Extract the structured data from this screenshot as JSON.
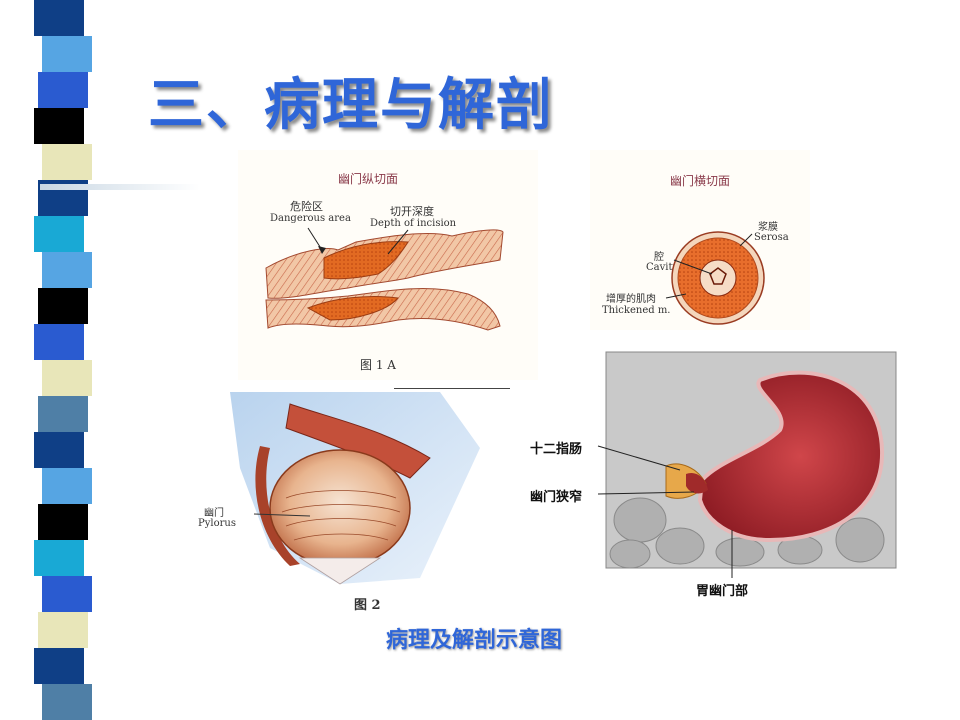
{
  "slide": {
    "title": "三、病理与解剖",
    "bottom_caption": "病理及解剖示意图"
  },
  "figure_1a": {
    "header": "幽门纵切面",
    "label_danger_cn": "危险区",
    "label_danger_en": "Dangerous area",
    "label_depth_cn": "切开深度",
    "label_depth_en": "Depth of incision",
    "caption": "图 1  A"
  },
  "figure_1b": {
    "header": "幽门横切面",
    "label_serosa_cn": "浆膜",
    "label_serosa_en": "Serosa",
    "label_cavity_cn": "腔",
    "label_cavity_en": "Cavity",
    "label_thick_cn": "增厚的肌肉",
    "label_thick_en": "Thickened m."
  },
  "figure_2": {
    "label_pylorus_cn": "幽门",
    "label_pylorus_en": "Pylorus",
    "caption": "图 2"
  },
  "figure_3": {
    "label_duodenum": "十二指肠",
    "label_stenosis": "幽门狭窄",
    "label_antrum": "胃幽门部"
  },
  "colors": {
    "title_blue": "#2f66d8",
    "stripe_palette": [
      "#0f3f86",
      "#2a5bd0",
      "#56a5e3",
      "#e8e6b9",
      "#000000",
      "#19a9d5",
      "#4f7fa6"
    ]
  }
}
